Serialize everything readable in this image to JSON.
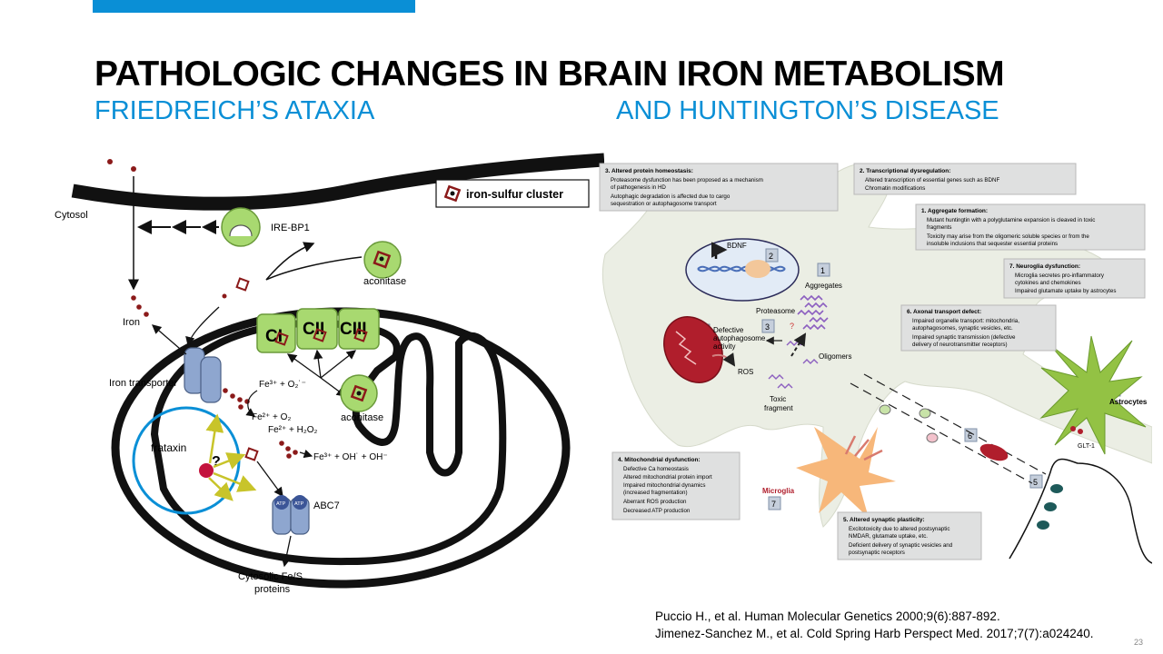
{
  "slide": {
    "title": "PATHOLOGIC CHANGES IN BRAIN IRON METABOLISM",
    "subtitle_left": "FRIEDREICH’S ATAXIA",
    "subtitle_right": "AND HUNTINGTON’S DISEASE",
    "page_number": "23",
    "accent_color": "#0a8fd6"
  },
  "fa_diagram": {
    "legend": "iron-sulfur cluster",
    "cytosol": "Cytosol",
    "ire_bp1": "IRE-BP1",
    "aconitase_cytosolic": "aconitase",
    "iron": "Iron",
    "iron_transporter": "Iron transporter",
    "complex_1": "CI",
    "complex_2": "CII",
    "complex_3": "CIII",
    "aconitase_mito": "aconitase",
    "fenton_1": "Fe³⁺ + O₂˙⁻",
    "fenton_2": "Fe²⁺ + O₂",
    "fenton_3": "Fe²⁺ + H₂O₂",
    "fenton_4": "Fe³⁺ + OH˙ + OH⁻",
    "frataxin": "frataxin",
    "question_mark": "?",
    "atp_left": "ATP",
    "atp_right": "ATP",
    "abc7": "ABC7",
    "cytosolic_fes_1": "Cytosolic Fe/S",
    "cytosolic_fes_2": "proteins"
  },
  "hd_diagram": {
    "box3": {
      "title": "3. Altered protein homeostasis:",
      "items": [
        "Proteasome dysfunction has been proposed as a mechanism",
        "of pathogenesis in HD",
        "Autophagic degradation is affected due to cargo",
        "sequestration or autophagosome transport"
      ]
    },
    "box2": {
      "title": "2. Transcriptional dysregulation:",
      "items": [
        "Altered transcription of essential genes such as BDNF",
        "Chromatin modifications"
      ]
    },
    "box1": {
      "title": "1. Aggregate formation:",
      "items": [
        "Mutant huntingtin with a polyglutamine expansion is cleaved in toxic",
        "fragments",
        "Toxicity may arise from the oligomeric soluble species or from the",
        "insoluble inclusions that sequester essential proteins"
      ]
    },
    "box7": {
      "title": "7. Neuroglia dysfunction:",
      "items": [
        "Microglia secretes pro-inflammatory",
        "cytokines and chemokines",
        "Impaired glutamate uptake by astrocytes"
      ]
    },
    "box6": {
      "title": "6. Axonal transport defect:",
      "items": [
        "Impaired organelle transport: mitochondria,",
        "autophagosomes, synaptic vesicles, etc.",
        "Impaired synaptic transmission (defective",
        "delivery of neurotransmitter receptors)"
      ]
    },
    "box4": {
      "title": "4. Mitochondrial dysfunction:",
      "items": [
        "Defective Ca homeostasis",
        "Altered mitochondrial protein import",
        "Impaired mitochondrial dynamics",
        "(increased fragmentation)",
        "Aberrant ROS production",
        "Decreased ATP production"
      ]
    },
    "box5": {
      "title": "5. Altered synaptic plasticity:",
      "items": [
        "Excitotoxicity due to altered postsynaptic",
        "NMDAR, glutamate uptake, etc.",
        "Deficient delivery of synaptic vesicles and",
        "postsynaptic receptors"
      ]
    },
    "labels": {
      "bdnf": "BDNF",
      "aggregates": "Aggregates",
      "proteasome": "Proteasome",
      "defective_1": "Defective",
      "defective_2": "autophagosome",
      "defective_3": "activity",
      "ros": "ROS",
      "oligomers": "Oligomers",
      "toxic_1": "Toxic",
      "toxic_2": "fragment",
      "astrocytes": "Astrocytes",
      "glt1": "GLT-1",
      "microglia": "Microglia",
      "question": "?"
    },
    "numbers": {
      "n1": "1",
      "n2": "2",
      "n3": "3",
      "n4": "4",
      "n5": "5",
      "n6": "6",
      "n7a": "7",
      "n7b": "7"
    }
  },
  "citations": {
    "line1": "Puccio H., et al. Human Molecular Genetics 2000;9(6):887-892.",
    "line2": "Jimenez-Sanchez M., et al. Cold Spring Harb Perspect Med. 2017;7(7):a024240."
  }
}
